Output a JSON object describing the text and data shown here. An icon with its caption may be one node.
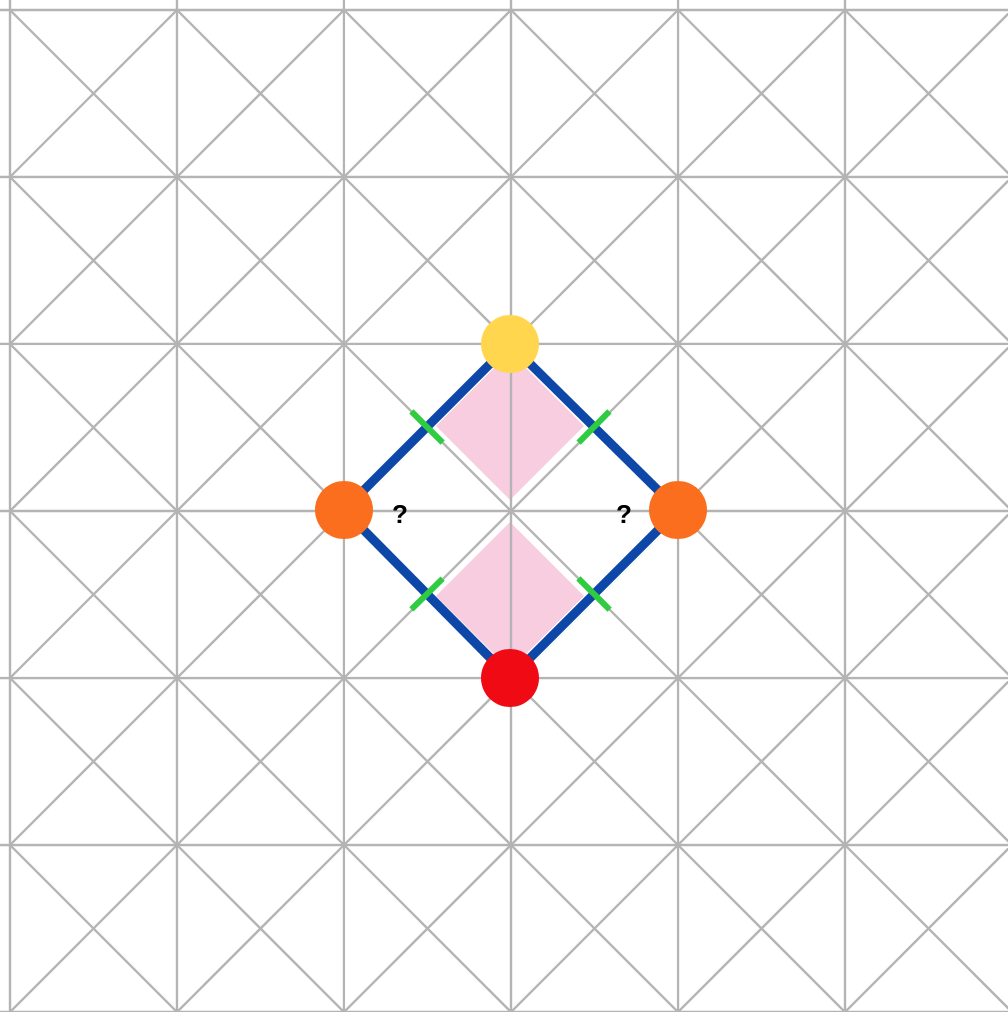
{
  "diagram": {
    "nodes": [
      {
        "text": [],
        "shape": "circle"
      },
      {
        "text": [],
        "shape": "circle"
      },
      {
        "text": [],
        "shape": "circle"
      },
      {
        "text": [],
        "shape": "circle"
      }
    ],
    "edges": [
      {
        "from": 0,
        "to": 1,
        "arrow": "none"
      },
      {
        "from": 0,
        "to": 2,
        "arrow": "none"
      },
      {
        "from": 1,
        "to": 3,
        "arrow": "none"
      },
      {
        "from": 2,
        "to": 3,
        "arrow": "none"
      }
    ],
    "labels": [
      "?",
      "?"
    ]
  }
}
